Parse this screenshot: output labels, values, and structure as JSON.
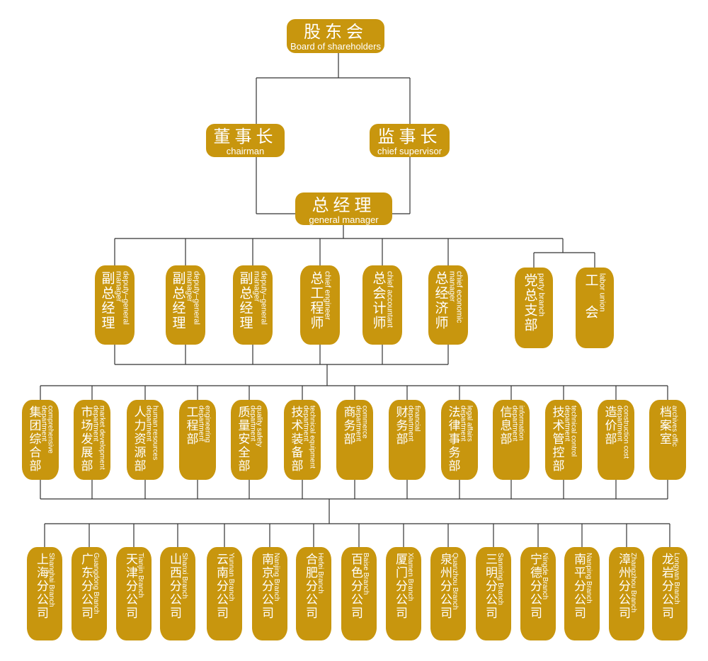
{
  "top": {
    "cn": "股东会",
    "en": "Board of shareholders"
  },
  "chairman": {
    "cn": "董事长",
    "en": "chairman"
  },
  "supervisor": {
    "cn": "监事长",
    "en": "chief supervisor"
  },
  "gm": {
    "cn": "总经理",
    "en": "general manager"
  },
  "executives": [
    {
      "cn": "副总经理",
      "en": "deputy–general\nmanager"
    },
    {
      "cn": "副总经理",
      "en": "deputy–general\nmanager"
    },
    {
      "cn": "副总经理",
      "en": "deputy–general\nmanager"
    },
    {
      "cn": "总工程师",
      "en": "chief engineer"
    },
    {
      "cn": "总会计师",
      "en": "chief accountant"
    },
    {
      "cn": "总经济师",
      "en": "chief economic\nmanager"
    }
  ],
  "party": [
    {
      "cn": "党总支部",
      "en": "party branch"
    },
    {
      "cn": "工 会",
      "en": "labor union"
    }
  ],
  "departments": [
    {
      "cn": "集团综合部",
      "en": "comprehensive\ndepartment"
    },
    {
      "cn": "市场发展部",
      "en": "market development\ndepartment"
    },
    {
      "cn": "人力资源部",
      "en": "human resources\ndepartment"
    },
    {
      "cn": "工程部",
      "en": "engineering\ndepartment"
    },
    {
      "cn": "质量安全部",
      "en": "quality safety\ndepartment"
    },
    {
      "cn": "技术装备部",
      "en": "technical equipment\ndepartment"
    },
    {
      "cn": "商务部",
      "en": "commerce\ndepartment"
    },
    {
      "cn": "财务部",
      "en": "financial\ndepartment"
    },
    {
      "cn": "法律事务部",
      "en": "legal affairs\ndepartment"
    },
    {
      "cn": "信息部",
      "en": "information\ndepartment"
    },
    {
      "cn": "技术管控部",
      "en": "technical control\ndepartment"
    },
    {
      "cn": "造价部",
      "en": "construction cost\ndepartment"
    },
    {
      "cn": "档案室",
      "en": "archives offic"
    }
  ],
  "branches": [
    {
      "cn": "上海分公司",
      "en": "Shanghai Branch"
    },
    {
      "cn": "广东分公司",
      "en": "Guangdong Branch"
    },
    {
      "cn": "天津分公司",
      "en": "Tianjin Branch"
    },
    {
      "cn": "山西分公司",
      "en": "Shanxi Branch"
    },
    {
      "cn": "云南分公司",
      "en": "Yunnan Branch"
    },
    {
      "cn": "南京分公司",
      "en": "Nanjing Branch"
    },
    {
      "cn": "合肥分公司",
      "en": "Hefei Branch"
    },
    {
      "cn": "百色分公司",
      "en": "Baise Branch"
    },
    {
      "cn": "厦门分公司",
      "en": "Xiamen Branch"
    },
    {
      "cn": "泉州分公司",
      "en": "Quanzhou Branch"
    },
    {
      "cn": "三明分公司",
      "en": "Sanming Branch"
    },
    {
      "cn": "宁德分公司",
      "en": "Ningde Branch"
    },
    {
      "cn": "南平分公司",
      "en": "Nanping Branch"
    },
    {
      "cn": "漳州分公司",
      "en": "Zhangzhou Branch"
    },
    {
      "cn": "龙岩分公司",
      "en": "Longyan Branch"
    }
  ],
  "colors": {
    "box": "#c8960e",
    "line": "#333333"
  }
}
